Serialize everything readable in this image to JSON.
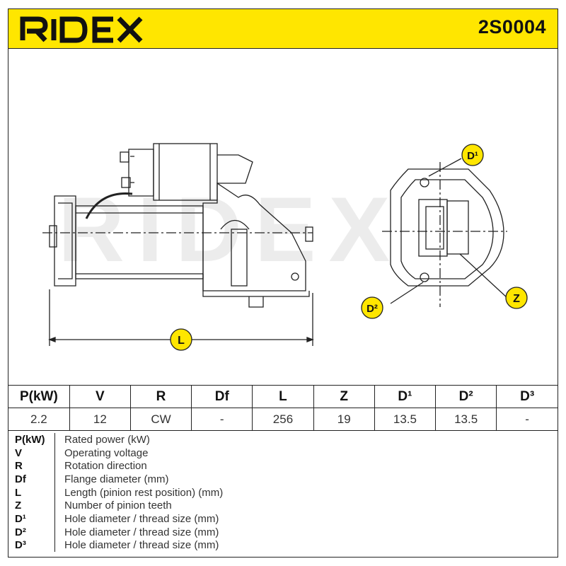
{
  "header": {
    "brand": "RIDEX",
    "part_number": "2S0004",
    "brand_color": "#ffe600"
  },
  "drawing": {
    "watermark": "RIDEX",
    "label_length": "L",
    "label_d1": "D¹",
    "label_d2": "D²",
    "label_teeth": "Z"
  },
  "specs": {
    "headers": [
      "P(kW)",
      "V",
      "R",
      "Df",
      "L",
      "Z",
      "D¹",
      "D²",
      "D³"
    ],
    "values": [
      "2.2",
      "12",
      "CW",
      "-",
      "256",
      "19",
      "13.5",
      "13.5",
      "-"
    ]
  },
  "legend": [
    {
      "key": "P(kW)",
      "desc": "Rated power (kW)"
    },
    {
      "key": "V",
      "desc": "Operating voltage"
    },
    {
      "key": "R",
      "desc": "Rotation direction"
    },
    {
      "key": "Df",
      "desc": "Flange diameter (mm)"
    },
    {
      "key": "L",
      "desc": "Length (pinion rest position) (mm)"
    },
    {
      "key": "Z",
      "desc": "Number of pinion teeth"
    },
    {
      "key": "D¹",
      "desc": "Hole diameter / thread size (mm)"
    },
    {
      "key": "D²",
      "desc": "Hole diameter / thread size (mm)"
    },
    {
      "key": "D³",
      "desc": "Hole diameter / thread size (mm)"
    }
  ]
}
